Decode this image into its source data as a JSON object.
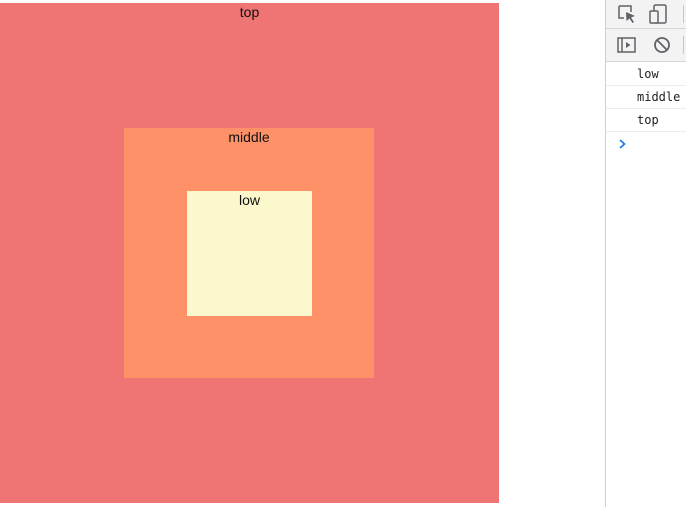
{
  "stacking_demo": {
    "boxes": [
      {
        "name": "top",
        "label": "top",
        "color": "#ef7474"
      },
      {
        "name": "middle",
        "label": "middle",
        "color": "#fe9168"
      },
      {
        "name": "low",
        "label": "low",
        "color": "#faf8cc"
      }
    ]
  },
  "devtools": {
    "toolbar": {
      "icons": [
        "inspect-element-icon",
        "device-toolbar-icon",
        "sidebar-toggle-icon",
        "clear-console-icon"
      ]
    },
    "console": {
      "messages": [
        "low",
        "middle",
        "top"
      ],
      "prompt_icon": "chevron-right-icon",
      "prompt_color": "#1a73e8"
    }
  }
}
